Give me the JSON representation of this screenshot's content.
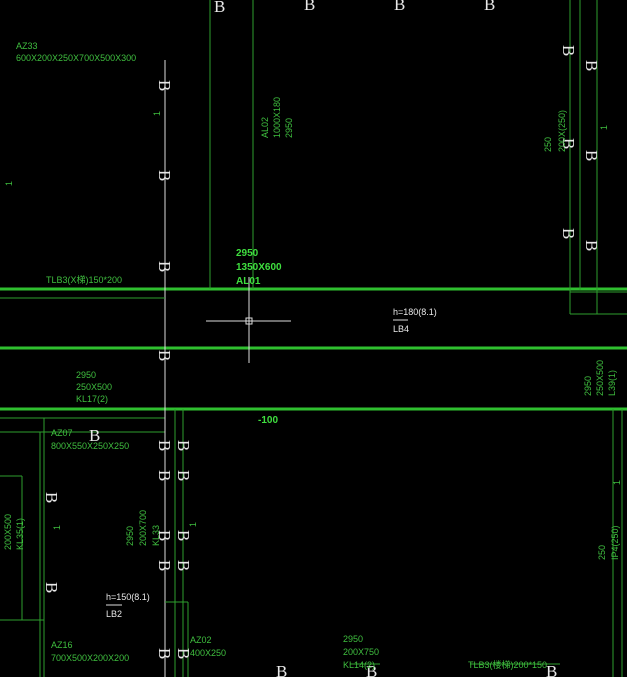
{
  "drawing": {
    "labels": {
      "az33_name": "AZ33",
      "az33_size": "600X200X250X700X500X300",
      "al02_name": "AL02",
      "al02_size": "1000X180",
      "al02_level": "2950",
      "tlb3_top": "TLB3(X梯)150*200",
      "beam_center_1": "2950",
      "beam_center_2": "1350X600",
      "beam_center_3": "AL01",
      "slab_mid": "h=180(8.1)",
      "slab_mid_tag": "LB4",
      "kl17_level": "2950",
      "kl17_size": "250X500",
      "kl17_name": "KL17(2)",
      "elev_note": "-100",
      "az07_name": "AZ07",
      "az07_size": "800X550X250X250",
      "kl35_size": "200X500",
      "kl35_name": "KL35(1)",
      "col_mid_level": "2950",
      "col_mid_size": "200X700",
      "col_mid_name": "KL33",
      "slab_left": "h=150(8.1)",
      "slab_left_tag": "LB2",
      "az16_name": "AZ16",
      "az16_size": "700X500X200X200",
      "az02_name": "AZ02",
      "az02_size": "400X250",
      "kl14_level": "2950",
      "kl14_size": "200X750",
      "kl14_name": "KL14(2)",
      "tlb3_bottom": "TLB3(楼梯)200*150",
      "right_top_level": "250",
      "right_top_size": "200X(250)",
      "right_mid_level": "2950",
      "right_mid_size": "250X500",
      "right_mid_name": "L39(1)",
      "right_bot_level": "250",
      "right_bot_size": "IP4(250)",
      "tick_1a": "1",
      "tick_1b": "1",
      "tick_1c": "1",
      "tick_1d": "1",
      "tick_1e": "1",
      "tick_1f": "1"
    },
    "section_symbol": "B"
  }
}
